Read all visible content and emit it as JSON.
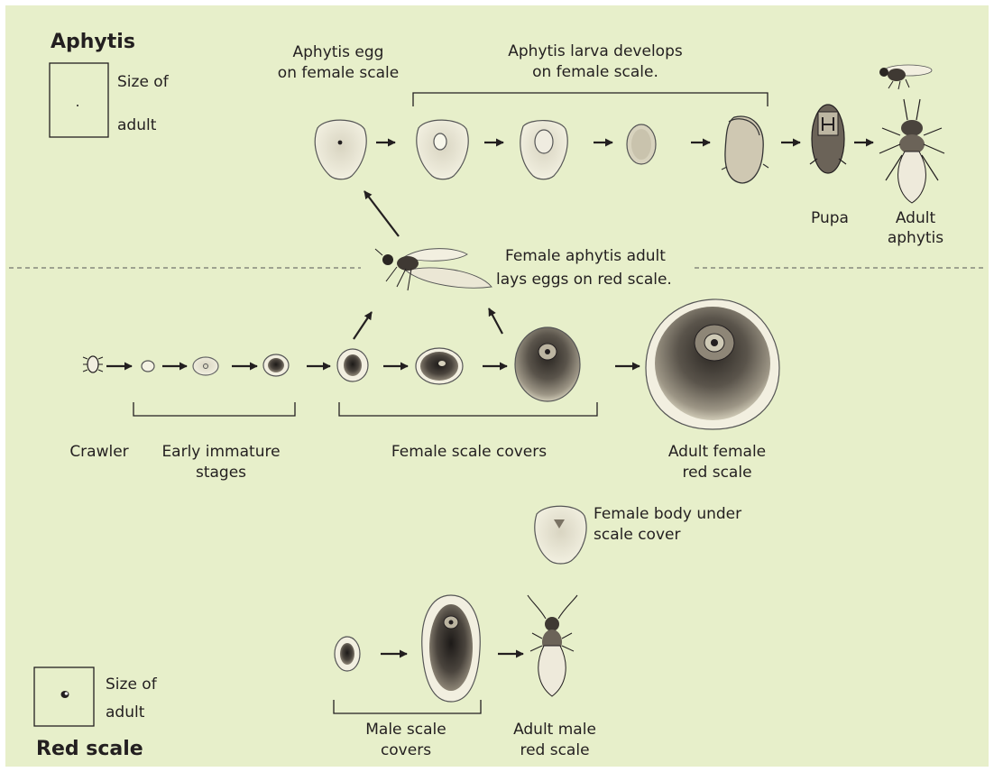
{
  "aphytis": {
    "title": "Aphytis",
    "size_legend": [
      "Size of",
      "adult"
    ],
    "egg_label": [
      "Aphytis egg",
      "on female scale"
    ],
    "larva_label": [
      "Aphytis larva develops",
      "on female scale."
    ],
    "pupa_label": "Pupa",
    "adult_label": [
      "Adult",
      "aphytis"
    ],
    "female_adult_label": [
      "Female aphytis adult",
      "lays eggs on red scale."
    ]
  },
  "red_scale": {
    "title": "Red scale",
    "size_legend": [
      "Size of",
      "adult"
    ],
    "crawler_label": "Crawler",
    "immature_label": [
      "Early immature",
      "stages"
    ],
    "female_covers_label": "Female scale covers",
    "adult_female_label": [
      "Adult female",
      "red scale"
    ],
    "female_body_label": [
      "Female body under",
      "scale cover"
    ],
    "male_covers_label": [
      "Male scale",
      "covers"
    ],
    "adult_male_label": [
      "Adult male",
      "red scale"
    ]
  },
  "colors": {
    "background": "#e7efca",
    "ink": "#231f20",
    "scale_cover": "#f3f1dc",
    "scale_dark": "#3a3530"
  }
}
